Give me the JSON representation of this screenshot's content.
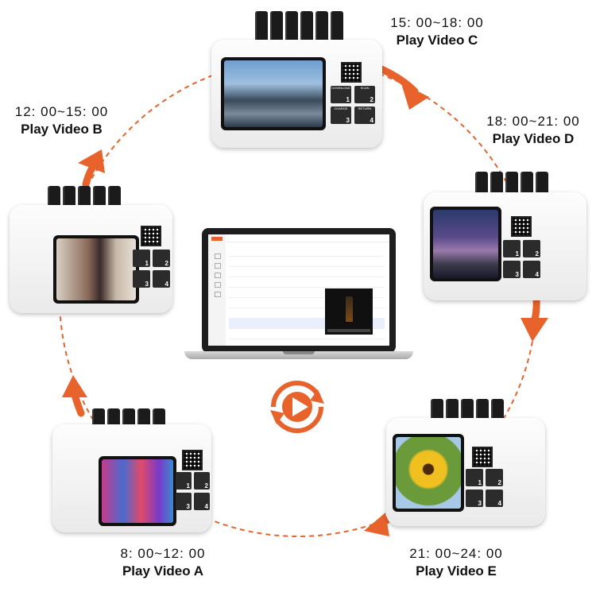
{
  "colors": {
    "accent": "#e8622c",
    "dashed_ring": "#e8622c",
    "text": "#111111"
  },
  "schedule": [
    {
      "time": "8: 00~12: 00",
      "action": "Play Video A"
    },
    {
      "time": "12: 00~15: 00",
      "action": "Play Video B"
    },
    {
      "time": "15: 00~18: 00",
      "action": "Play Video C"
    },
    {
      "time": "18: 00~21: 00",
      "action": "Play Video D"
    },
    {
      "time": "21: 00~24: 00",
      "action": "Play Video E"
    }
  ],
  "kiosk": {
    "buttons": [
      {
        "label": "DOWNLOAD",
        "number": "1"
      },
      {
        "label": "SCAN",
        "number": "2"
      },
      {
        "label": "CHARGE",
        "number": "3"
      },
      {
        "label": "RETURN",
        "number": "4"
      }
    ]
  },
  "center_icon": "cycle-play-icon"
}
